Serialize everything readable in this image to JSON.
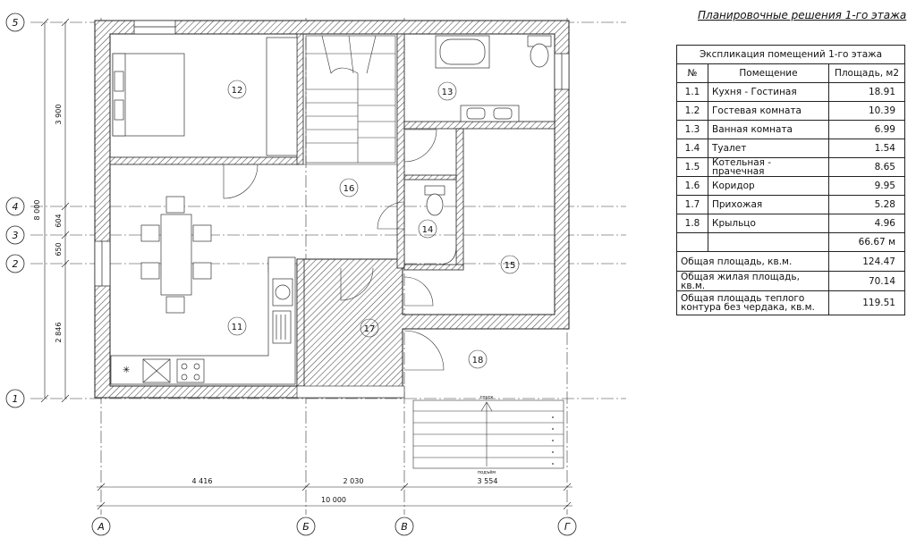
{
  "title": "Планировочные решения 1-го этажа",
  "explication": {
    "title": "Экспликация помещений 1-го этажа",
    "headers": [
      "№",
      "Помещение",
      "Площадь, м2"
    ],
    "rows": [
      {
        "no": "1.1",
        "name": "Кухня - Гостиная",
        "area": "18.91"
      },
      {
        "no": "1.2",
        "name": "Гостевая комната",
        "area": "10.39"
      },
      {
        "no": "1.3",
        "name": "Ванная комната",
        "area": "6.99"
      },
      {
        "no": "1.4",
        "name": "Туалет",
        "area": "1.54"
      },
      {
        "no": "1.5",
        "name": "Котельная - прачечная",
        "area": "8.65"
      },
      {
        "no": "1.6",
        "name": "Коридор",
        "area": "9.95"
      },
      {
        "no": "1.7",
        "name": "Прихожая",
        "area": "5.28"
      },
      {
        "no": "1.8",
        "name": "Крыльцо",
        "area": "4.96"
      }
    ],
    "rows_total": "66.67 м",
    "summary": [
      {
        "label": "Общая площадь, кв.м.",
        "value": "124.47"
      },
      {
        "label": "Общая жилая площадь, кв.м.",
        "value": "70.14"
      },
      {
        "label": "Общая площадь теплого контура без чердака, кв.м.",
        "value": "119.51"
      }
    ]
  },
  "plan": {
    "axes_horizontal": [
      "5",
      "4",
      "3",
      "2",
      "1"
    ],
    "axes_vertical": [
      "А",
      "Б",
      "В",
      "Г"
    ],
    "dims_left": {
      "total": "8 000",
      "d1": "3 900",
      "d2": "604",
      "d3": "650",
      "d4": "2 846"
    },
    "dims_bottom": {
      "d1": "4 416",
      "d2": "2 030",
      "d3": "3 554",
      "total": "10 000"
    },
    "room_labels": [
      "11",
      "12",
      "13",
      "14",
      "15",
      "16",
      "17",
      "18"
    ],
    "stair_labels": {
      "top": "спуск",
      "bottom": "подъём"
    }
  },
  "colors": {
    "line": "#222222",
    "hatch": "#555555",
    "wall_bg": "#ffffff"
  }
}
